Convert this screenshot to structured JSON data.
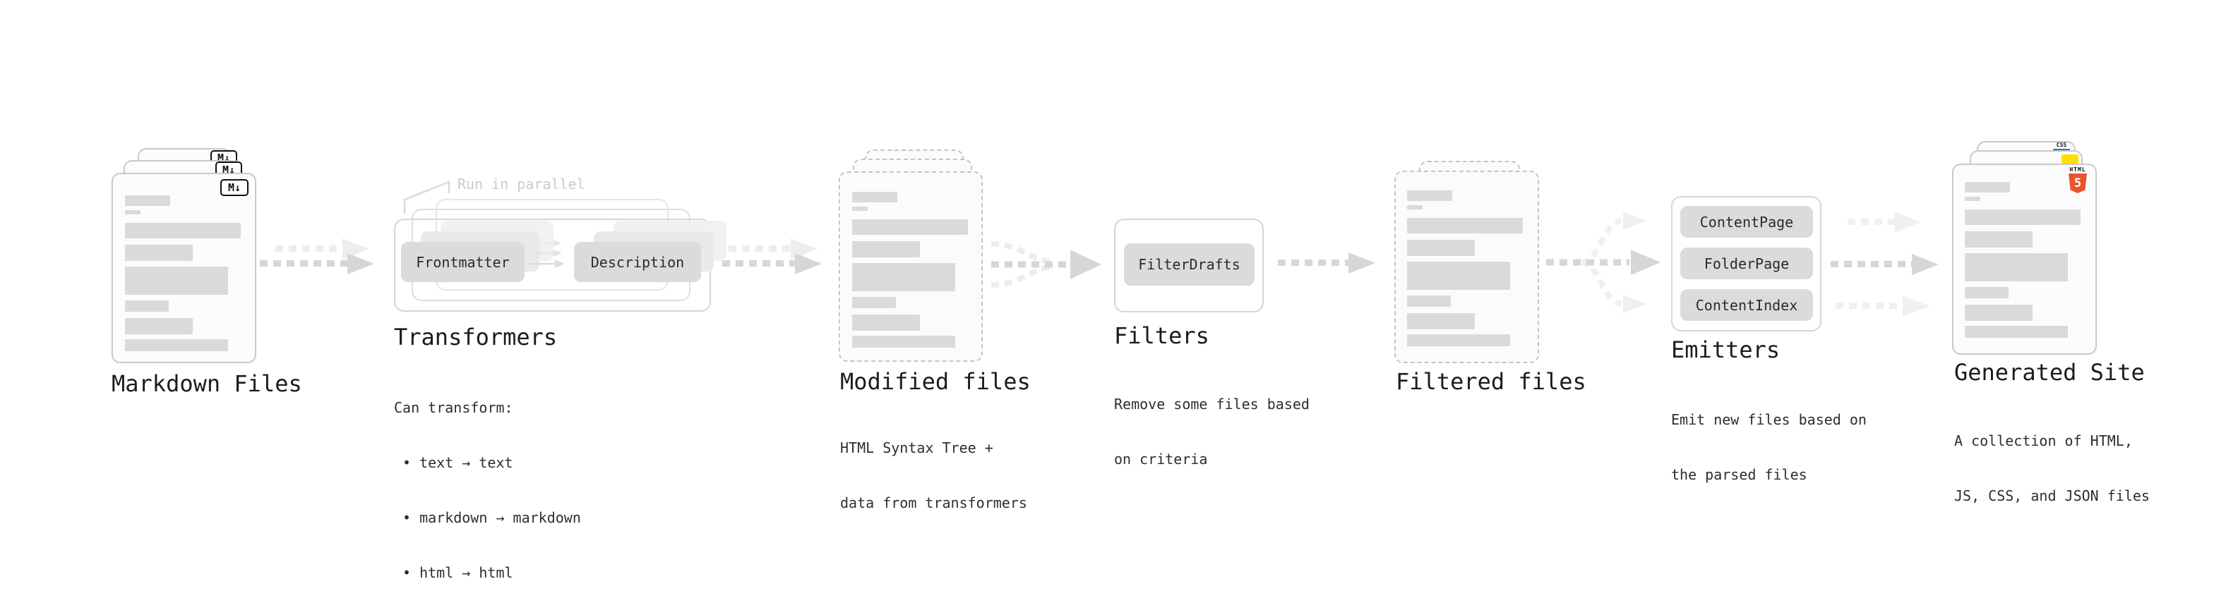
{
  "colors": {
    "background": "#ffffff",
    "doc_fill": "#fcfcfc",
    "doc_border": "#c9c9c9",
    "placeholder_bar": "#dadada",
    "chip_fill": "#dbdbdb",
    "chip_text": "#2b2b2b",
    "heading_text": "#1c1c1c",
    "note_text": "#2e2e2e",
    "annotation_text": "#cbcbcb",
    "arrow_dark": "#d6d6d6",
    "arrow_light": "#ededed",
    "markdown_icon_border": "#111111",
    "html5_orange": "#e8552d",
    "js_yellow": "#ffdf00",
    "css_blue": "#2f6bf0"
  },
  "sections": {
    "markdown_files": {
      "label": "Markdown Files",
      "icon_text": "M↓"
    },
    "transformers": {
      "label": "Transformers",
      "annotation": "Run in parallel",
      "buttons": [
        "Frontmatter",
        "Description"
      ],
      "note_title": "Can transform:",
      "note_bullets": [
        "• text → text",
        "• markdown → markdown",
        "• html → html"
      ]
    },
    "modified_files": {
      "label": "Modified files",
      "note_lines": [
        "HTML Syntax Tree +",
        "data from transformers"
      ]
    },
    "filters": {
      "label": "Filters",
      "buttons": [
        "FilterDrafts"
      ],
      "note_lines": [
        "Remove some files based",
        "on criteria"
      ]
    },
    "filtered_files": {
      "label": "Filtered files"
    },
    "emitters": {
      "label": "Emitters",
      "buttons": [
        "ContentPage",
        "FolderPage",
        "ContentIndex"
      ],
      "note_lines": [
        "Emit new files based on",
        "the parsed files"
      ]
    },
    "generated_site": {
      "label": "Generated Site",
      "note_lines": [
        "A collection of HTML,",
        "JS, CSS, and JSON files"
      ],
      "badges": {
        "html5_top": "HTML",
        "html5_number": "5",
        "css": "CSS"
      }
    }
  }
}
